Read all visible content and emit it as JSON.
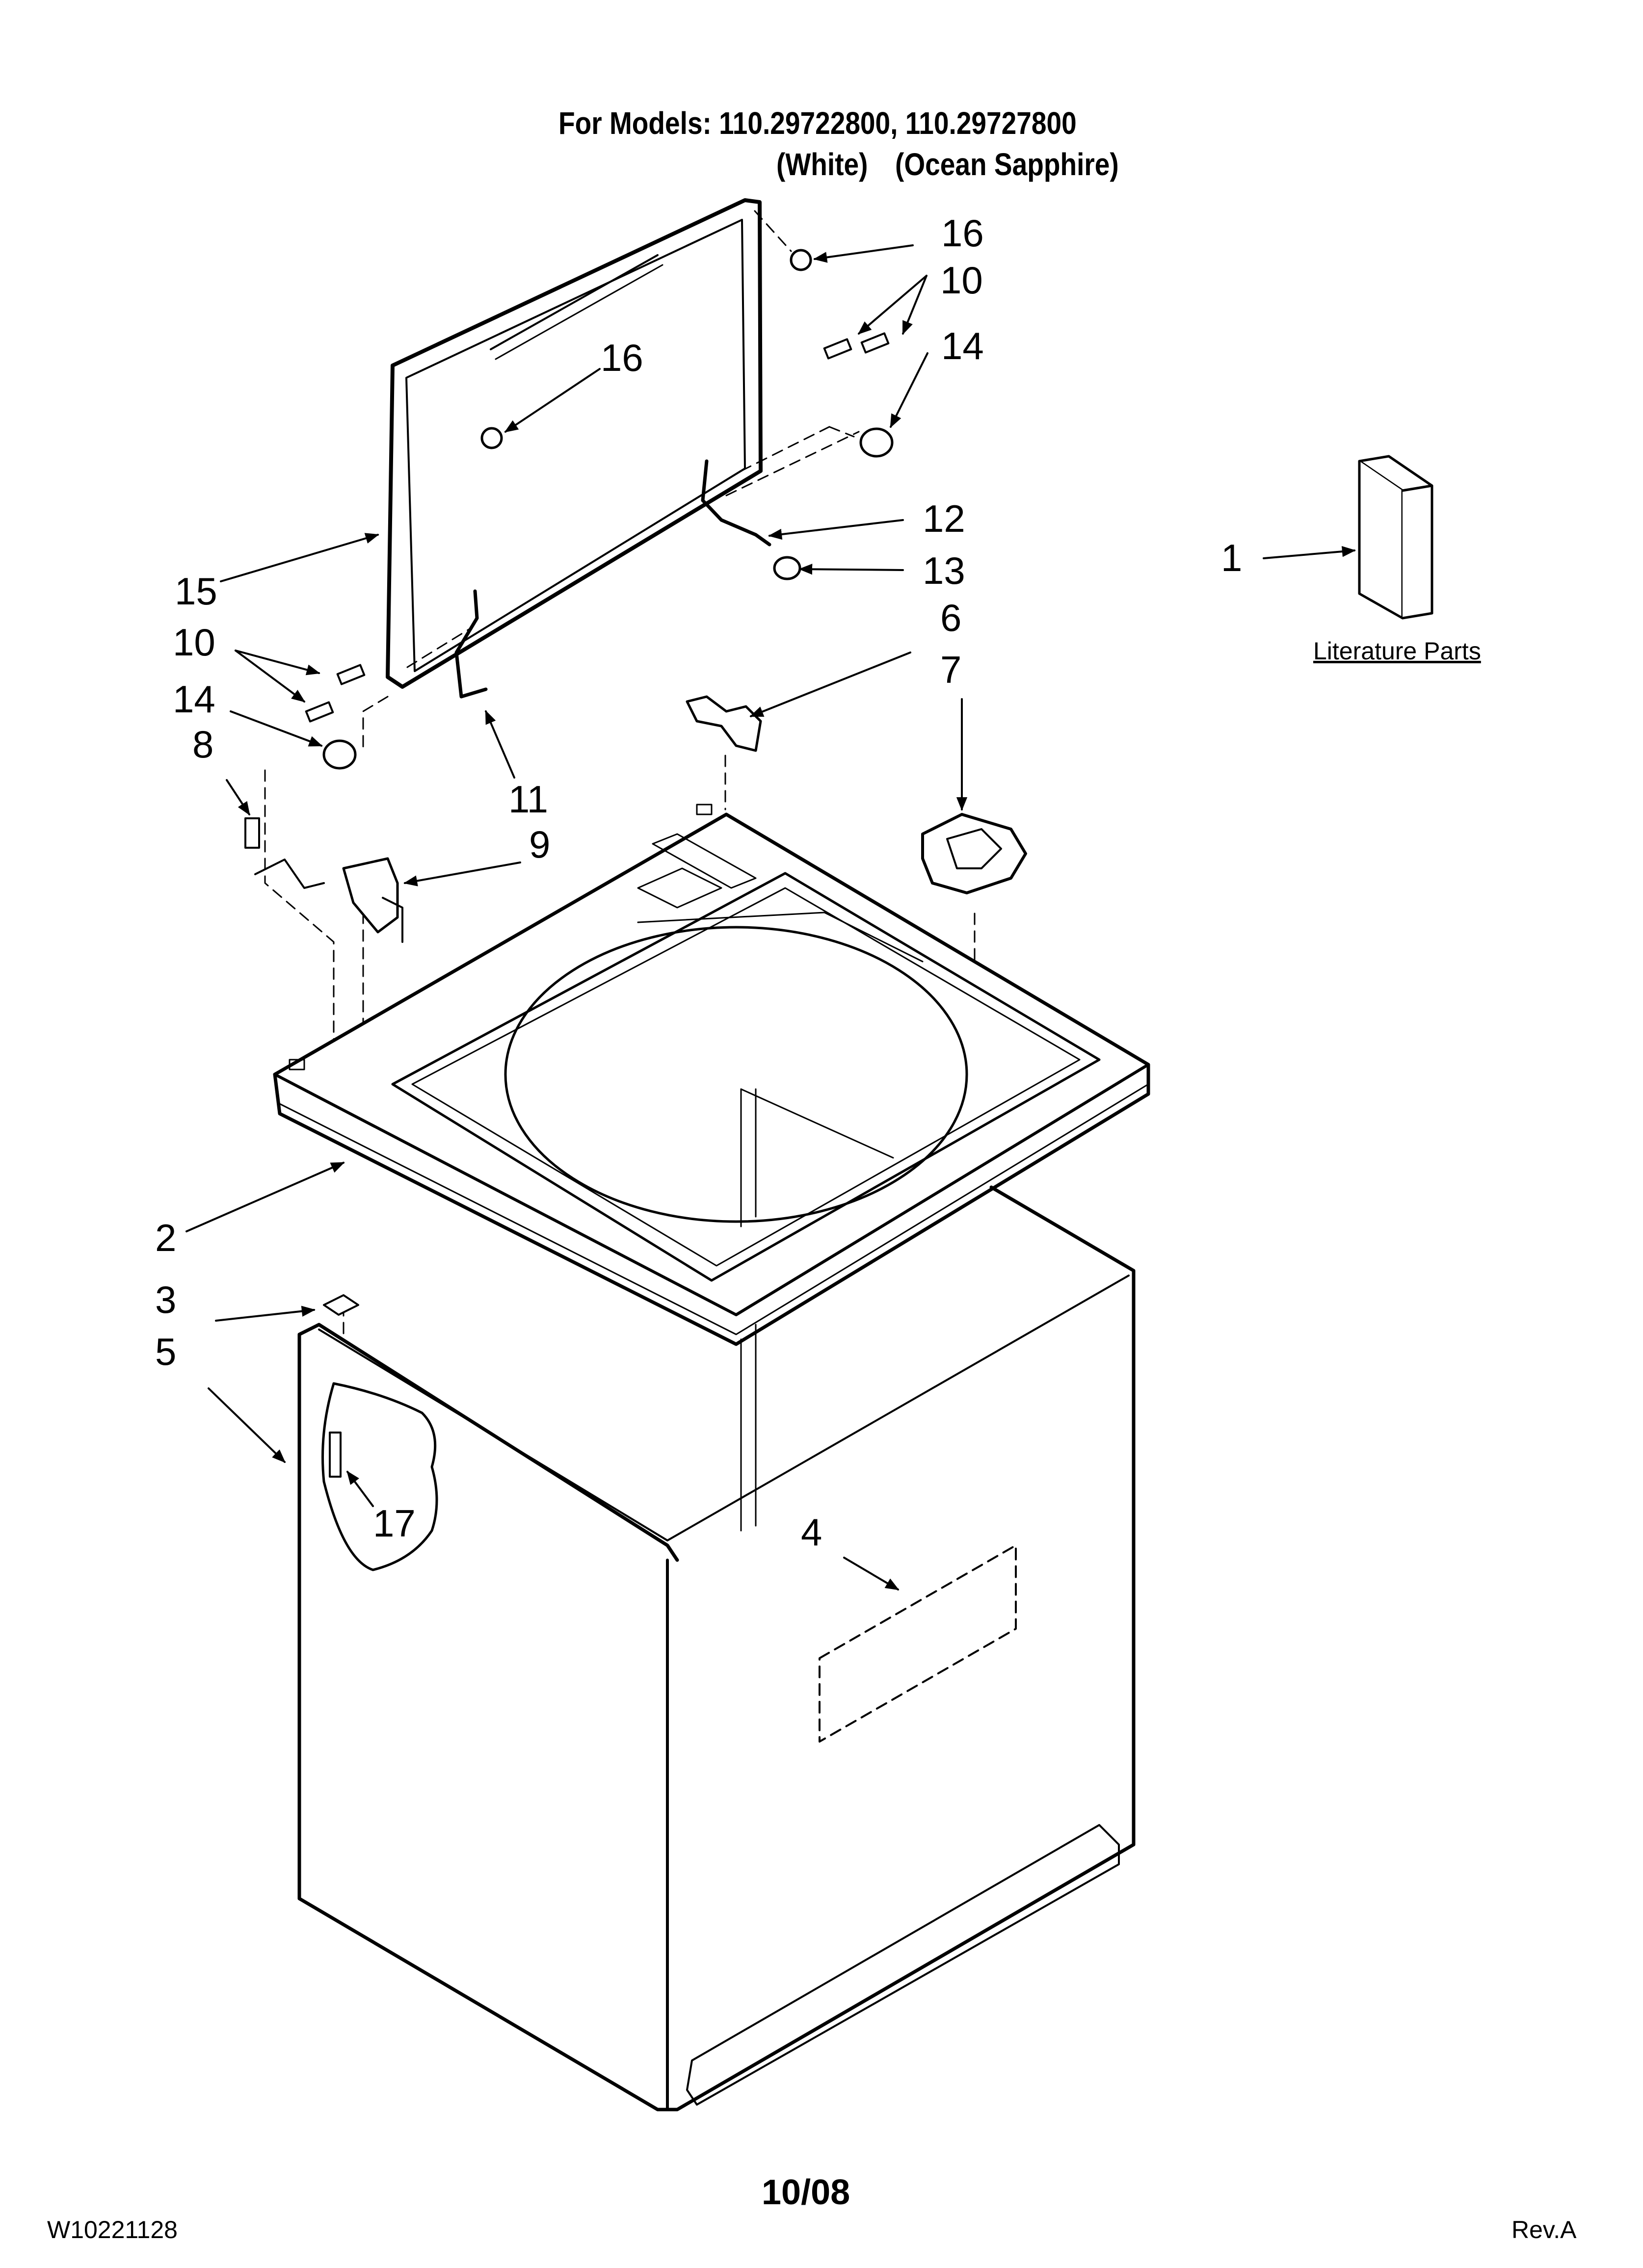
{
  "header": {
    "models_line": "For Models: 110.29722800, 110.29727800",
    "color_white": "(White)",
    "color_ocean": "(Ocean Sapphire)"
  },
  "callouts": [
    "1",
    "2",
    "3",
    "4",
    "5",
    "6",
    "7",
    "8",
    "9",
    "10",
    "10",
    "11",
    "12",
    "13",
    "14",
    "14",
    "15",
    "16",
    "16",
    "17"
  ],
  "literature_label": "Literature Parts",
  "footer": {
    "doc_number": "W10221128",
    "date": "10/08",
    "revision": "Rev.A"
  }
}
